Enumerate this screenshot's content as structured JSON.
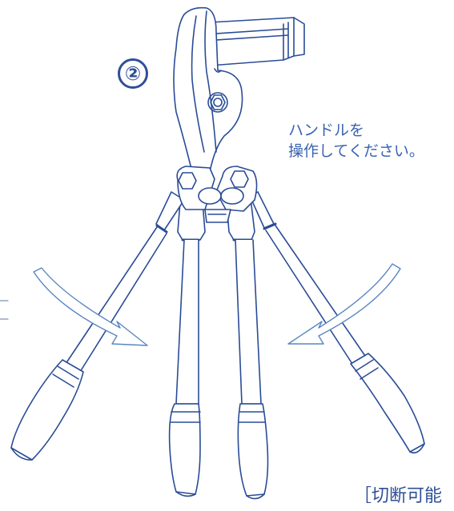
{
  "step_number": "②",
  "instruction": {
    "line1": "ハンドルを",
    "line2": "操作してください。"
  },
  "partial_note": "［切断可能",
  "colors": {
    "outline": "#2a4c96",
    "text": "#3a63b2",
    "arrow": "#5a86c2"
  },
  "icons": [
    "rod-cutter-tool-icon",
    "rotate-left-arrow-icon",
    "rotate-right-arrow-icon"
  ]
}
